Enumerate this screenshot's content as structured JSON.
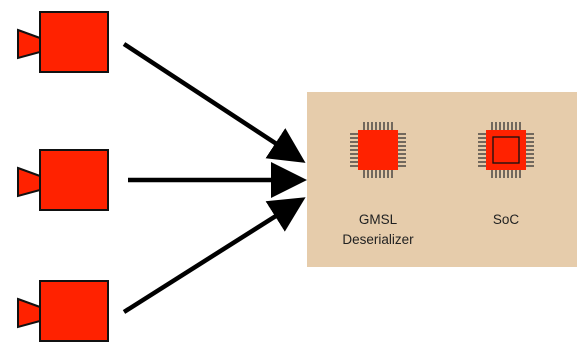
{
  "colors": {
    "camera_fill": "#ff2200",
    "outline": "#111111",
    "arrow": "#000000",
    "board_fill": "#e6ccab",
    "chip_fill": "#ff2200",
    "pin": "#333333"
  },
  "cameras": [
    {
      "icon": "camera-icon"
    },
    {
      "icon": "camera-icon"
    },
    {
      "icon": "camera-icon"
    }
  ],
  "board": {
    "chips": [
      {
        "line1": "GMSL",
        "line2": "Deserializer",
        "icon": "chip-icon"
      },
      {
        "line1": "SoC",
        "line2": "",
        "icon": "chip-icon"
      }
    ]
  }
}
